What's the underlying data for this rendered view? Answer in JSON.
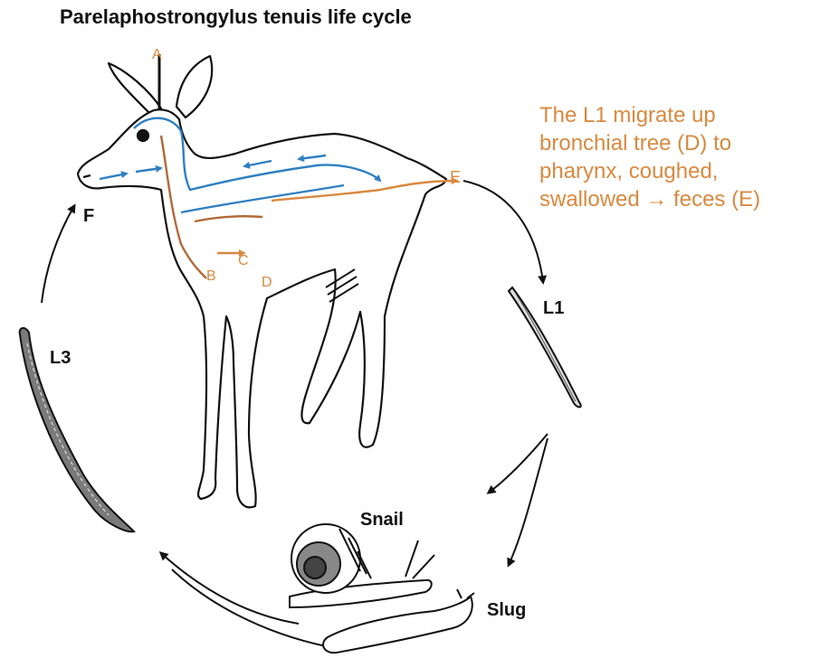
{
  "title": "Parelaphostrongylus tenuis life cycle",
  "note": {
    "lines": [
      "The L1 migrate up",
      "bronchial tree (D) to",
      "pharynx, coughed,",
      "swallowed → feces (E)"
    ]
  },
  "stage_labels": {
    "l1": "L1",
    "l3": "L3",
    "snail": "Snail",
    "slug": "Slug",
    "f": "F"
  },
  "site_labels": {
    "a": "A",
    "b": "B",
    "c": "C",
    "d": "D",
    "e": "E"
  },
  "colors": {
    "orange": "#d8893f",
    "blue": "#2f7fc1",
    "brown": "#b06a3a",
    "ink": "#111111"
  },
  "icons": [
    "deer-figure",
    "snail-figure",
    "slug-figure",
    "larva-l1-figure",
    "larva-l3-figure",
    "cycle-arrow"
  ]
}
